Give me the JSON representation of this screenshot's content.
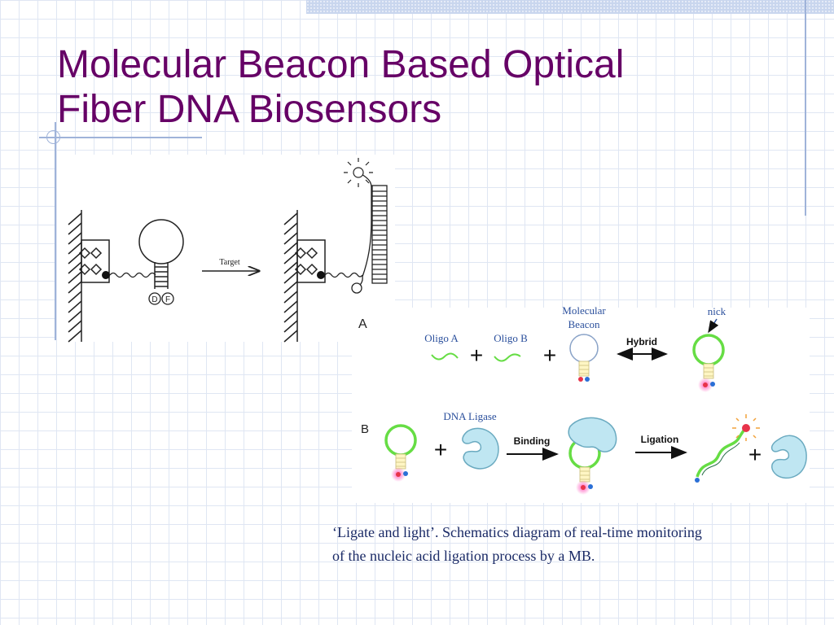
{
  "slide": {
    "title_line1": "Molecular Beacon Based Optical",
    "title_line2": "Fiber DNA Biosensors",
    "caption_line1": "‘Ligate and light’. Schematics diagram of real-time monitoring",
    "caption_line2": "of the nucleic acid ligation process by a MB."
  },
  "figure_a": {
    "panel_label": "A",
    "arrow_label": "Target",
    "quencher_letter": "D",
    "fluorophore_letter": "F"
  },
  "figure_b": {
    "panel_label": "B",
    "oligo_a": "Oligo A",
    "oligo_b": "Oligo B",
    "plus": "+",
    "mb_line1": "Molecular",
    "mb_line2": "Beacon",
    "hybrid": "Hybrid",
    "nick": "nick",
    "dna_ligase": "DNA Ligase",
    "binding": "Binding",
    "ligation": "Ligation"
  },
  "colors": {
    "title": "#660066",
    "caption": "#1a2a66",
    "strand_green": "#66dd44",
    "ligase_fill": "#bfe6f2",
    "label_blue": "#2a4f9c",
    "fluor_red": "#e8334a",
    "quencher_blue": "#2b6fd6"
  }
}
